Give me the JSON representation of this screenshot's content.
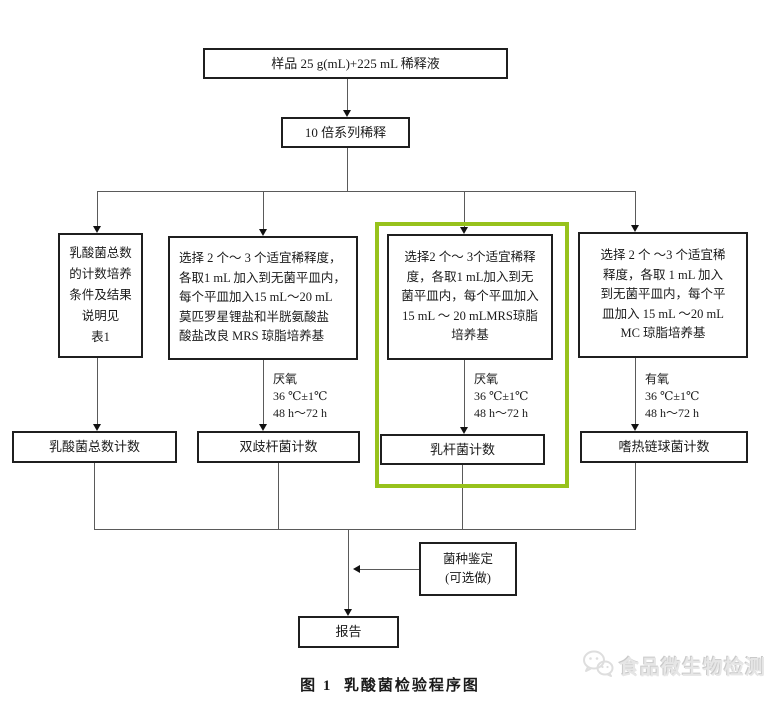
{
  "figure": {
    "caption": "图 1  乳酸菌检验程序图",
    "watermark_text": "食品微生物检测",
    "highlight_color": "#97c21c"
  },
  "nodes": {
    "sample": "样品 25 g(mL)+225 mL 稀释液",
    "serial_dilution": "10 倍系列稀释",
    "note": "乳酸菌总数\n的计数培养\n条件及结果\n说明见\n表1",
    "bifido_medium": "选择 2 个～ 3 个适宜稀释度，\n各取1 mL 加入到无菌平皿内，\n每个平皿加入15 mL～20 mL\n莫匹罗星锂盐和半胱氨酸盐\n酸盐改良 MRS 琼脂培养基",
    "lacto_medium": "选择2 个～ 3个适宜稀释\n度，各取1 mL加入到无\n菌平皿内，每个平皿加入\n15 mL ～ 20 mLMRS琼脂\n培养基",
    "strep_medium": "选择 2 个 ～3 个适宜稀\n释度，各取 1 mL 加入\n到无菌平皿内，每个平\n皿加入 15 mL ～20 mL\nMC 琼脂培养基",
    "total_count": "乳酸菌总数计数",
    "bifido_count": "双歧杆菌计数",
    "lacto_count": "乳杆菌计数",
    "strep_count": "嗜热链球菌计数",
    "identification": "菌种鉴定\n(可选做)",
    "report": "报告"
  },
  "conditions": {
    "anaerobic_bifido": "厌氧\n36 ℃±1℃\n48 h～72 h",
    "anaerobic_lacto": "厌氧\n36 ℃±1℃\n48 h～72 h",
    "aerobic_strep": "有氧\n36 ℃±1℃\n48 h～72 h"
  }
}
